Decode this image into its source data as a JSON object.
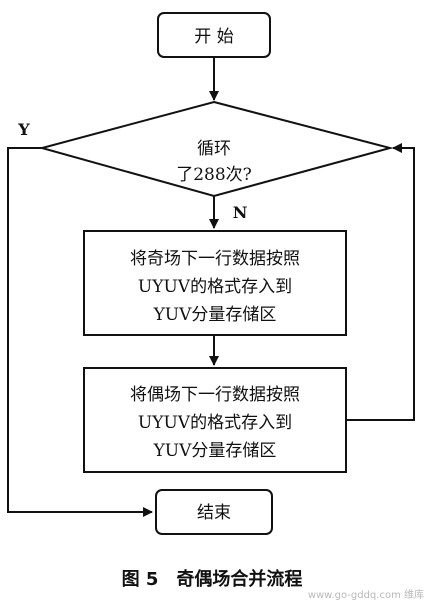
{
  "diagram": {
    "nodes": {
      "start": "开 始",
      "decision_line1": "循环",
      "decision_line2": "了288次?",
      "process1_line1": "将奇场下一行数据按照",
      "process1_line2": "UYUV的格式存入到",
      "process1_line3": "YUV分量存储区",
      "process2_line1": "将偶场下一行数据按照",
      "process2_line2": "UYUV的格式存入到",
      "process2_line3": "YUV分量存储区",
      "end": "结束"
    },
    "edge_labels": {
      "yes": "Y",
      "no": "N"
    },
    "caption": "图 5　奇偶场合并流程",
    "watermark": "www.go-gddq.com 维库"
  }
}
